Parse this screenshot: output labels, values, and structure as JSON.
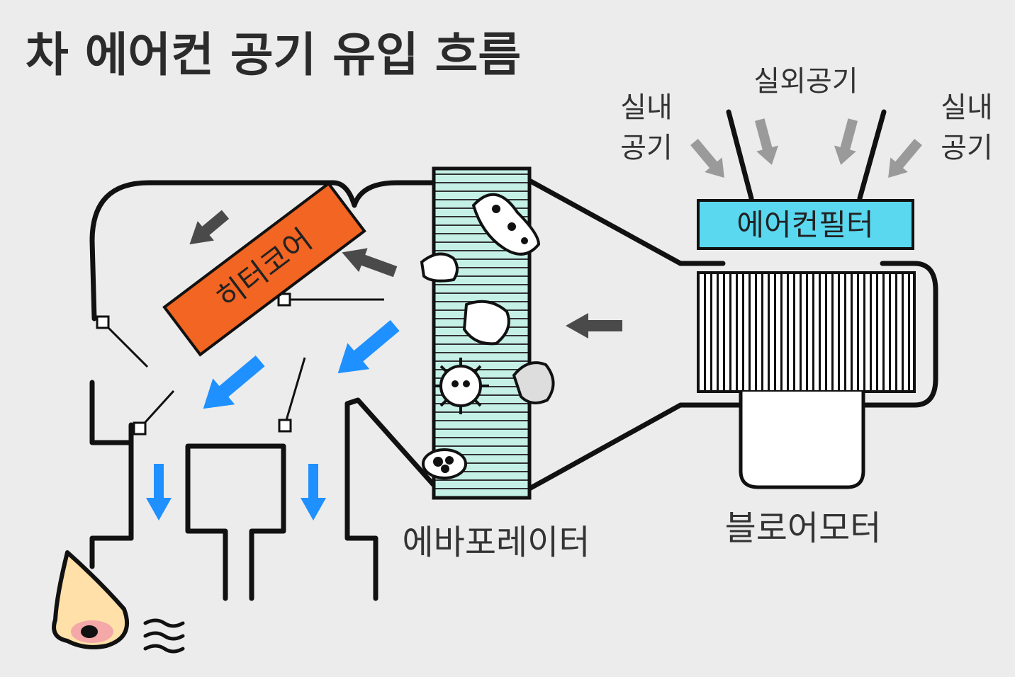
{
  "title": "차 에어컨 공기 유입 흐름",
  "labels": {
    "indoor_left_1": "실내",
    "indoor_left_2": "공기",
    "outdoor": "실외공기",
    "indoor_right_1": "실내",
    "indoor_right_2": "공기",
    "ac_filter": "에어컨필터",
    "heater_core": "히터코어",
    "evaporator": "에바포레이터",
    "blower_motor": "블로어모터"
  },
  "colors": {
    "background": "#ececec",
    "heater_core": "#f26522",
    "ac_filter": "#5ad8f0",
    "evaporator": "#c4f0e6",
    "cold_arrow": "#1e90ff",
    "dark_arrow": "#4a4a4a",
    "gray_arrow": "#9a9a9a",
    "outline": "#111111"
  }
}
